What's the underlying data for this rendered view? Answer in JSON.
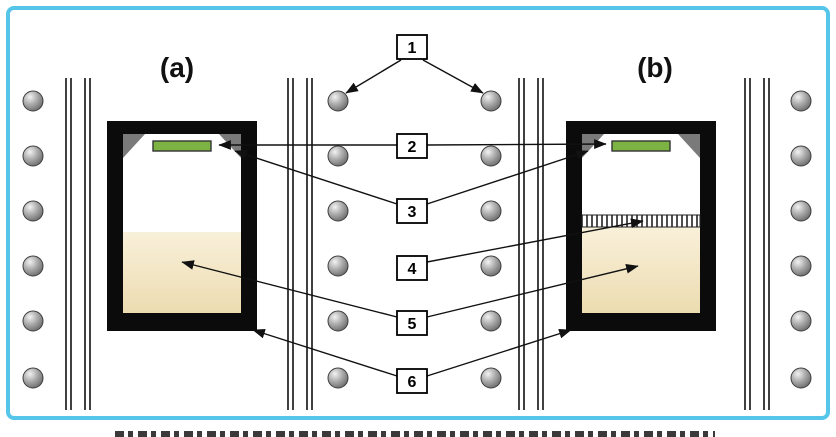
{
  "figure": {
    "panel_a_label": "(a)",
    "panel_b_label": "(b)",
    "callouts": [
      "1",
      "2",
      "3",
      "4",
      "5",
      "6"
    ],
    "colors": {
      "frame_blue": "#55c6ea",
      "lid_green": "#7cb342",
      "melt_tan": "#f0e2bd",
      "crucible_black": "#0b0b0b",
      "element_gray": "#8c8c8c"
    }
  }
}
